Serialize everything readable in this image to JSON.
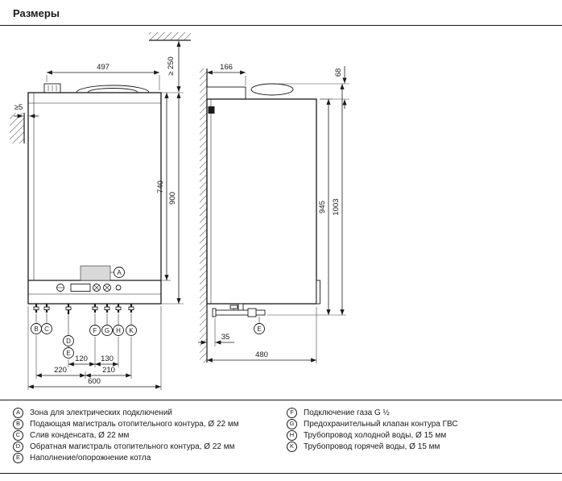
{
  "title": "Размеры",
  "front_view": {
    "dim_width": "497",
    "dim_top_clearance": "≥ 250",
    "dim_side_clearance": "≥5",
    "dim_height_inner": "740",
    "dim_height": "900",
    "dim_bottom_1": "120",
    "dim_bottom_2": "130",
    "dim_bottom_3": "220",
    "dim_bottom_4": "210",
    "dim_bottom_total": "600",
    "labels": {
      "a": "A",
      "b": "B",
      "c": "C",
      "d": "D",
      "e": "E",
      "f": "F",
      "g": "G",
      "h": "H",
      "k": "K"
    }
  },
  "side_view": {
    "dim_depth_top": "166",
    "dim_flue_height": "68",
    "dim_height_casing": "945",
    "dim_height_total": "1003",
    "dim_wall_offset": "35",
    "dim_depth": "480",
    "labels": {
      "e": "E"
    }
  },
  "legend": {
    "left": [
      {
        "key": "A",
        "text": "Зона для электрических подключений"
      },
      {
        "key": "B",
        "text": "Подающая магистраль отопительного контура, Ø 22 мм"
      },
      {
        "key": "C",
        "text": "Слив конденсата, Ø 22 мм"
      },
      {
        "key": "D",
        "text": "Обратная магистраль отопительного контура, Ø 22 мм"
      },
      {
        "key": "E",
        "text": "Наполнение/опорожнение котла"
      }
    ],
    "right": [
      {
        "key": "F",
        "text": "Подключение газа G ½"
      },
      {
        "key": "G",
        "text": "Предохранительный клапан контура ГВС"
      },
      {
        "key": "H",
        "text": "Трубопровод холодной воды, Ø 15 мм"
      },
      {
        "key": "K",
        "text": "Трубопровод горячей воды, Ø 15 мм"
      }
    ]
  }
}
